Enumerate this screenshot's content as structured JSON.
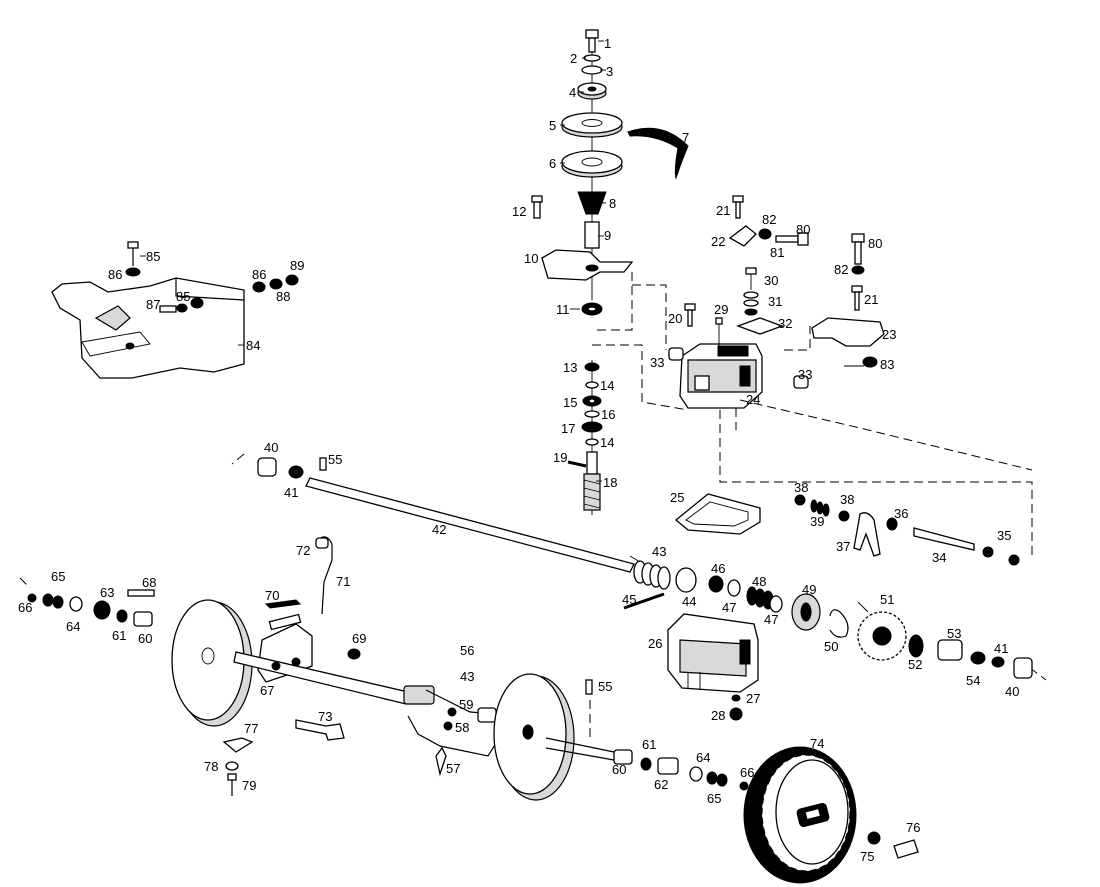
{
  "labels": {
    "p1": "1",
    "p2": "2",
    "p3": "3",
    "p4": "4",
    "p5": "5",
    "p6": "6",
    "p7": "7",
    "p8": "8",
    "p9": "9",
    "p10": "10",
    "p11": "11",
    "p12": "12",
    "p13": "13",
    "p14a": "14",
    "p14b": "14",
    "p15": "15",
    "p16": "16",
    "p17": "17",
    "p18": "18",
    "p19": "19",
    "p20": "20",
    "p21a": "21",
    "p21b": "21",
    "p22": "22",
    "p23": "23",
    "p24": "24",
    "p25": "25",
    "p26": "26",
    "p27": "27",
    "p28": "28",
    "p29": "29",
    "p30": "30",
    "p31": "31",
    "p32": "32",
    "p33a": "33",
    "p33b": "33",
    "p34": "34",
    "p35": "35",
    "p36": "36",
    "p37": "37",
    "p38a": "38",
    "p38b": "38",
    "p39": "39",
    "p40a": "40",
    "p40b": "40",
    "p41a": "41",
    "p41b": "41",
    "p42": "42",
    "p43a": "43",
    "p43b": "43",
    "p44": "44",
    "p45": "45",
    "p46": "46",
    "p47a": "47",
    "p47b": "47",
    "p48": "48",
    "p49": "49",
    "p50": "50",
    "p51": "51",
    "p52": "52",
    "p53": "53",
    "p54": "54",
    "p55a": "55",
    "p55b": "55",
    "p56": "56",
    "p57": "57",
    "p58": "58",
    "p59": "59",
    "p60a": "60",
    "p60b": "60",
    "p61a": "61",
    "p61b": "61",
    "p62": "62",
    "p63": "63",
    "p64a": "64",
    "p64b": "64",
    "p65a": "65",
    "p65b": "65",
    "p66a": "66",
    "p66b": "66",
    "p67": "67",
    "p68": "68",
    "p69": "69",
    "p70": "70",
    "p71": "71",
    "p72": "72",
    "p73": "73",
    "p74": "74",
    "p75": "75",
    "p76": "76",
    "p77": "77",
    "p78": "78",
    "p79": "79",
    "p80a": "80",
    "p80b": "80",
    "p81": "81",
    "p82a": "82",
    "p82b": "82",
    "p83": "83",
    "p84": "84",
    "p85a": "85",
    "p85b": "85",
    "p86a": "86",
    "p86b": "86",
    "p87": "87",
    "p88": "88",
    "p89": "89"
  }
}
